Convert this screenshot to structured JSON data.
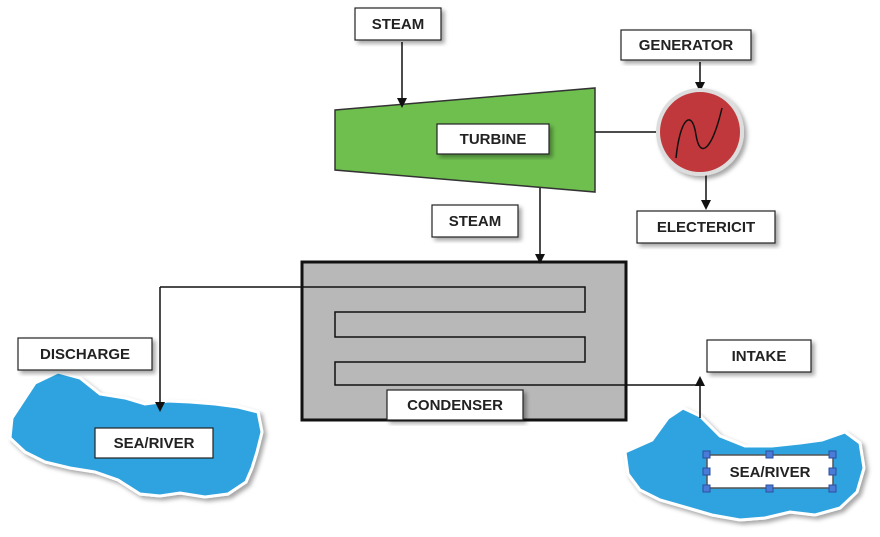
{
  "labels": {
    "steam_top": "STEAM",
    "turbine": "TURBINE",
    "generator": "GENERATOR",
    "electricity": "ELECTERICIT",
    "steam_mid": "STEAM",
    "condenser": "CONDENSER",
    "discharge": "DISCHARGE",
    "intake": "INTAKE",
    "sea_left": "SEA/RIVER",
    "sea_right": "SEA/RIVER"
  },
  "colors": {
    "turbine_fill": "#6fbf4f",
    "generator_fill": "#c0393b",
    "condenser_fill": "#b8b8b8",
    "water_fill": "#2ea3df"
  }
}
